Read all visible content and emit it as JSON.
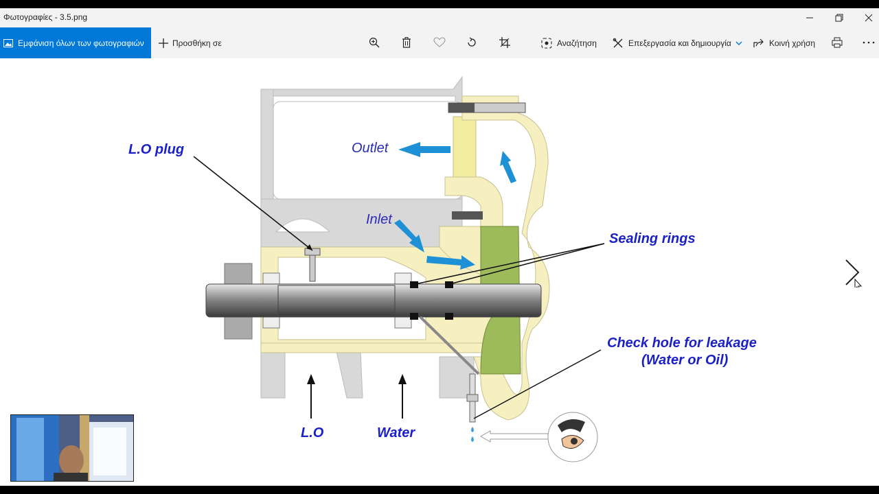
{
  "window": {
    "title": "Φωτογραφίες - 3.5.png",
    "controls": [
      "minimize",
      "restore",
      "close"
    ]
  },
  "toolbar": {
    "all_photos_label": "Εμφάνιση όλων των φωτογραφιών",
    "add_to_label": "Προσθήκη σε",
    "search_label": "Αναζήτηση",
    "edit_create_label": "Επεξεργασία και δημιουργία",
    "share_label": "Κοινή χρήση",
    "icons": [
      "zoom-in-icon",
      "delete-icon",
      "favorite-icon",
      "rotate-icon",
      "crop-icon",
      "print-icon",
      "more-icon"
    ]
  },
  "diagram": {
    "labels": {
      "lo_plug": "L.O plug",
      "outlet": "Outlet",
      "inlet": "Inlet",
      "sealing_rings": "Sealing rings",
      "check_hole_line1": "Check hole for leakage",
      "check_hole_line2": "(Water or Oil)",
      "lo": "L.O",
      "water": "Water"
    }
  },
  "colors": {
    "accent": "#0078d7",
    "label_blue": "#1a1fc8",
    "arrow_blue": "#1e90d6",
    "casing_yellow": "#f6f0c0",
    "housing_gray": "#d8d8d8",
    "impeller_green": "#9dbb5a"
  }
}
